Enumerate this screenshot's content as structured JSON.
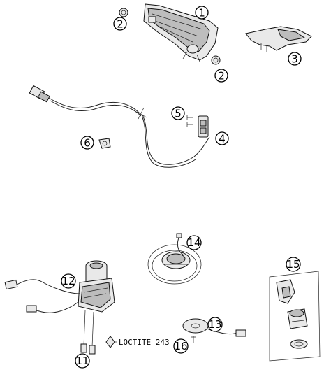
{
  "callouts": [
    "1",
    "2",
    "2",
    "3",
    "4",
    "5",
    "6",
    "11",
    "12",
    "13",
    "14",
    "15",
    "16"
  ],
  "note": {
    "text": "LOCTITE 243"
  }
}
